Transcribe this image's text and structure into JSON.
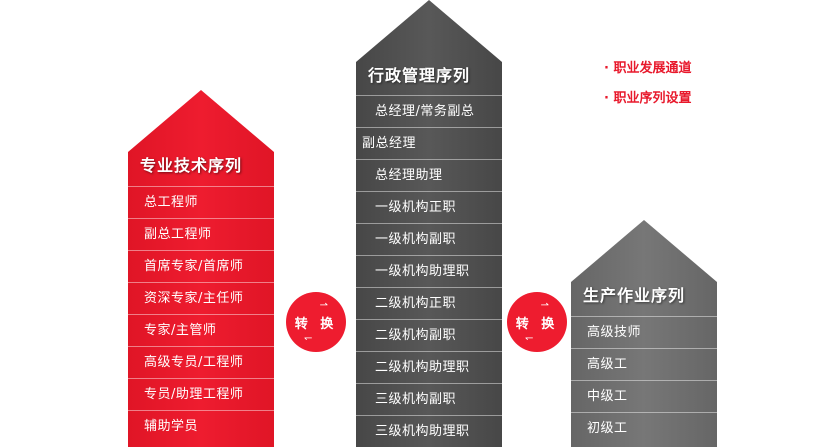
{
  "columns": [
    {
      "title": "专业技术序列",
      "items": [
        "总工程师",
        "副总工程师",
        "首席专家/首席师",
        "资深专家/主任师",
        "专家/主管师",
        "高级专员/工程师",
        "专员/助理工程师",
        "辅助学员"
      ]
    },
    {
      "title": "行政管理序列",
      "items": [
        "总经理/常务副总",
        "副总经理",
        "总经理助理",
        "一级机构正职",
        "一级机构副职",
        "一级机构助理职",
        "二级机构正职",
        "二级机构副职",
        "二级机构助理职",
        "三级机构副职",
        "三级机构助理职"
      ]
    },
    {
      "title": "生产作业序列",
      "items": [
        "高级技师",
        "高级工",
        "中级工",
        "初级工"
      ]
    }
  ],
  "convert_label": "转 换",
  "legend": [
    "职业发展通道",
    "职业序列设置"
  ],
  "colors": {
    "red": "#ee1c2f",
    "dark": "#515151",
    "gray": "#707070"
  }
}
